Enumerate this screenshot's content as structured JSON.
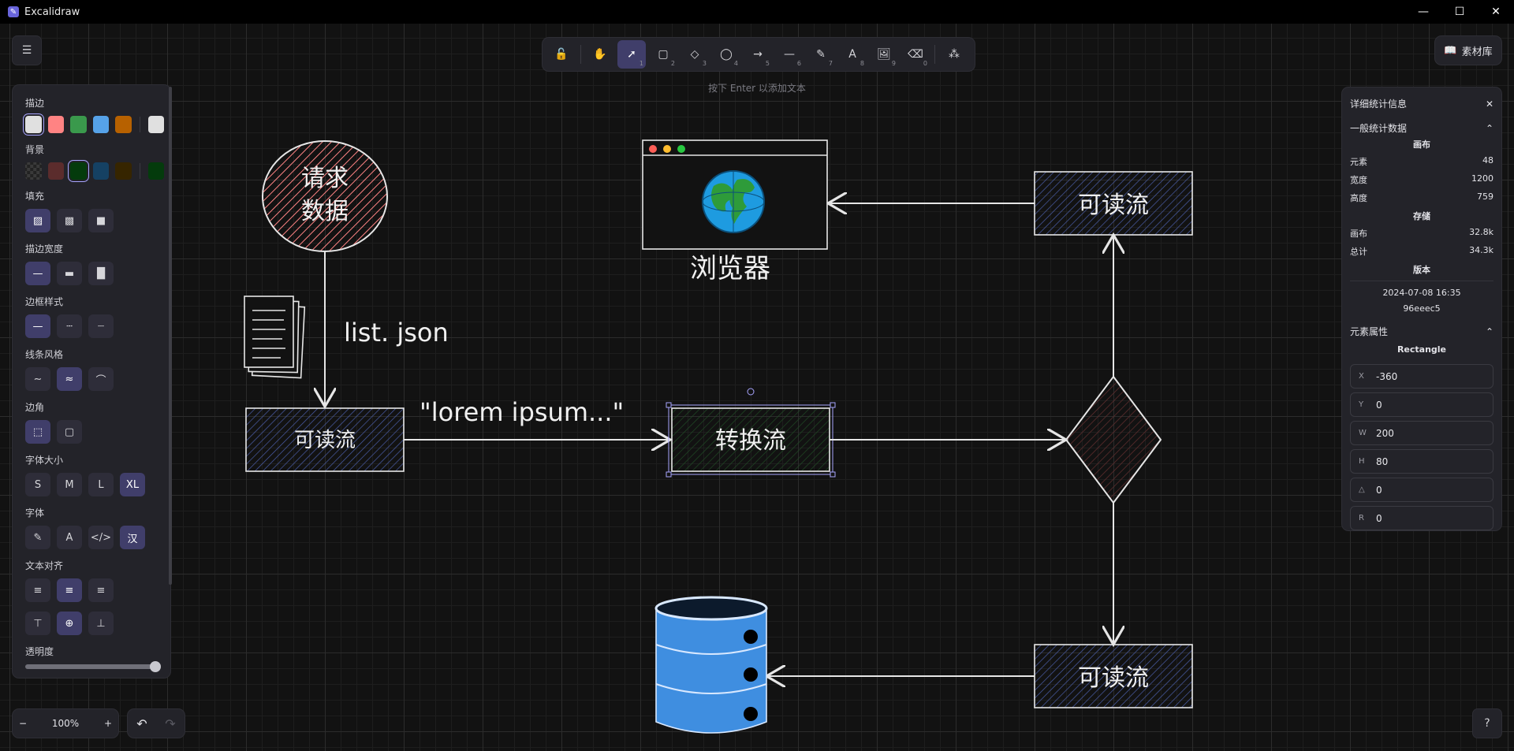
{
  "window": {
    "title": "Excalidraw",
    "controls": [
      "—",
      "☐",
      "✕"
    ]
  },
  "toolbar": {
    "tools": [
      {
        "name": "lock-tool",
        "glyph": "🔓",
        "key": ""
      },
      {
        "name": "hand-tool",
        "glyph": "✋",
        "key": ""
      },
      {
        "name": "selection-tool",
        "glyph": "➚",
        "key": "1",
        "active": true
      },
      {
        "name": "rectangle-tool",
        "glyph": "▢",
        "key": "2"
      },
      {
        "name": "diamond-tool",
        "glyph": "◇",
        "key": "3"
      },
      {
        "name": "ellipse-tool",
        "glyph": "◯",
        "key": "4"
      },
      {
        "name": "arrow-tool",
        "glyph": "→",
        "key": "5"
      },
      {
        "name": "line-tool",
        "glyph": "—",
        "key": "6"
      },
      {
        "name": "draw-tool",
        "glyph": "✎",
        "key": "7"
      },
      {
        "name": "text-tool",
        "glyph": "A",
        "key": "8"
      },
      {
        "name": "image-tool",
        "glyph": "🖼",
        "key": "9"
      },
      {
        "name": "eraser-tool",
        "glyph": "⌫",
        "key": "0"
      },
      {
        "name": "extra-tools",
        "glyph": "⁂",
        "key": ""
      }
    ],
    "hint": "按下 Enter 以添加文本"
  },
  "library": {
    "label": "素材库"
  },
  "props": {
    "stroke": {
      "label": "描边",
      "colors": [
        "#e0e0e0",
        "#ff8383",
        "#3a994c",
        "#56a2e8",
        "#b76100"
      ],
      "current": "#e0e0e0"
    },
    "background": {
      "label": "背景",
      "colors": [
        "transparent",
        "#5b2c2c",
        "#043b0c",
        "#154163",
        "#362500"
      ],
      "current": "#043b0c"
    },
    "fill": {
      "label": "填充"
    },
    "stroke_width": {
      "label": "描边宽度"
    },
    "stroke_style": {
      "label": "边框样式"
    },
    "sloppiness": {
      "label": "线条风格"
    },
    "edges": {
      "label": "边角"
    },
    "font_size": {
      "label": "字体大小",
      "options": [
        "S",
        "M",
        "L",
        "XL"
      ]
    },
    "font_family": {
      "label": "字体"
    },
    "text_align": {
      "label": "文本对齐"
    },
    "opacity": {
      "label": "透明度",
      "value": 100
    }
  },
  "zoom": {
    "value": "100%"
  },
  "stats": {
    "title": "详细统计信息",
    "general": "一般统计数据",
    "canvas_head": "画布",
    "elements": {
      "label": "元素",
      "value": "48"
    },
    "width": {
      "label": "宽度",
      "value": "1200"
    },
    "height": {
      "label": "高度",
      "value": "759"
    },
    "storage_head": "存储",
    "storage_canvas": {
      "label": "画布",
      "value": "32.8k"
    },
    "storage_total": {
      "label": "总计",
      "value": "34.3k"
    },
    "version_head": "版本",
    "version_date": "2024-07-08 16:35",
    "version_hash": "96eeec5",
    "element_props": "元素属性",
    "element_type": "Rectangle",
    "fields": [
      {
        "label": "X",
        "value": "-360"
      },
      {
        "label": "Y",
        "value": "0"
      },
      {
        "label": "W",
        "value": "200"
      },
      {
        "label": "H",
        "value": "80"
      },
      {
        "label": "△",
        "value": "0"
      },
      {
        "label": "R",
        "value": "0"
      }
    ]
  },
  "diagram": {
    "request_data": "请求\n数据",
    "browser_label": "浏览器",
    "file_label": "list. json",
    "lorem": "\"lorem ipsum...\"",
    "readable_left": "可读流",
    "transform": "转换流",
    "readable_top_right": "可读流",
    "readable_bottom_right": "可读流"
  }
}
